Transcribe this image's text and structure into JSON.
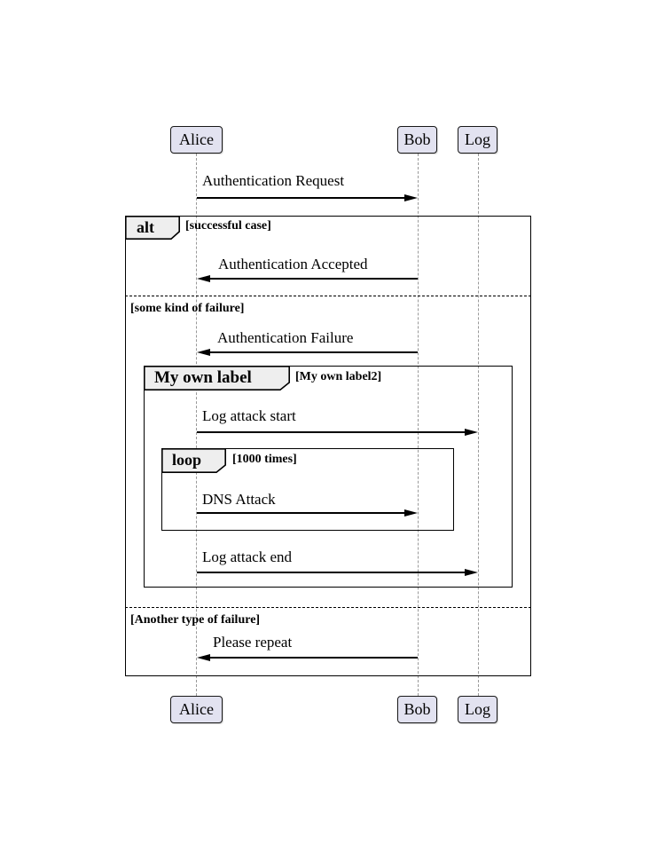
{
  "diagram": {
    "type": "uml-sequence-diagram",
    "participants": {
      "alice": "Alice",
      "bob": "Bob",
      "log": "Log"
    },
    "messages": {
      "auth_request": "Authentication Request",
      "auth_accepted": "Authentication Accepted",
      "auth_failure": "Authentication Failure",
      "log_attack_start": "Log attack start",
      "dns_attack": "DNS Attack",
      "log_attack_end": "Log attack end",
      "please_repeat": "Please repeat"
    },
    "frames": {
      "alt": {
        "keyword": "alt",
        "condition": "[successful case]"
      },
      "divider_some_failure": "[some kind of failure]",
      "group": {
        "keyword": "My own label",
        "condition": "[My own label2]"
      },
      "loop": {
        "keyword": "loop",
        "condition": "[1000 times]"
      },
      "divider_another_failure": "[Another type of failure]"
    },
    "colors": {
      "participant_fill": "#E2E2F0",
      "participant_border": "#181818",
      "frame_header_fill": "#EEEEEE",
      "frame_border": "#000000",
      "lifeline": "#999999",
      "text": "#000000",
      "background": "#FFFFFF"
    }
  }
}
